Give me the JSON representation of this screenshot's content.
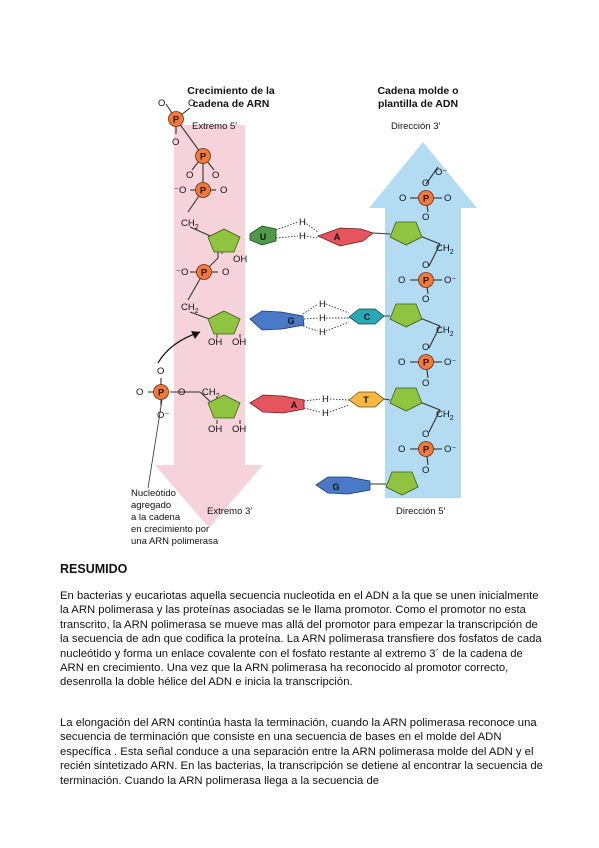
{
  "figure": {
    "left_title": [
      "Crecimiento de la",
      "cadena de ARN"
    ],
    "right_title": [
      "Cadena molde o",
      "plantilla de ADN"
    ],
    "left_top_end": "Extremo 5′",
    "right_top_dir": "Dirección 3′",
    "left_bottom_end": "Extremo 3′",
    "right_bottom_dir": "Dirección 5′",
    "nucleotide_note": [
      "Nucleótido",
      "agregado",
      "a la cadena",
      "en crecimiento por",
      "una ARN polimerasa"
    ],
    "atoms": {
      "phosphate": "P",
      "oxygen": "O",
      "oxygen_minus": "O⁻",
      "minus_o": "⁻O",
      "hydroxyl": "OH",
      "hydrogen": "H",
      "ch2": "CH",
      "ch2_sub": "2"
    },
    "bases": {
      "uracil": "U",
      "adenine": "A",
      "guanine": "G",
      "cytosine": "C",
      "thymine": "T"
    },
    "colors": {
      "pink_arrow": "#f6d3da",
      "blue_arrow": "#b3dcf3",
      "phosphate": "#ef7a3c",
      "sugar": "#8fc440",
      "uracil": "#4f9a4a",
      "adenine": "#e5555e",
      "guanine": "#4a79c8",
      "cytosine": "#2aa8b5",
      "thymine": "#f7b843"
    }
  },
  "text": {
    "heading": "RESUMIDO",
    "paragraph1": "En bacterias y eucariotas aquella secuencia nucleotida en el ADN a la que se unen inicialmente la ARN polimerasa y las proteínas asociadas se le llama promotor. Como el promotor no esta transcrito, la ARN polimerasa se mueve mas allá del promotor para empezar la transcripción de la secuencia de adn que codifica la proteína. La ARN polimerasa transfiere dos fosfatos de cada nucleótido y forma un enlace covalente con el fosfato restante al extremo 3´ de la cadena de ARN en crecimiento. Una vez que la ARN polimerasa ha reconocido al promotor correcto, desenrolla la doble hélice del ADN e inicia la transcripción.",
    "paragraph2": "La elongación del ARN continúa hasta la terminación, cuando la ARN polimerasa reconoce una secuencia de terminación que consiste en una secuencia de bases en el molde del ADN específica . Esta señal conduce a una separación entre la ARN polimerasa molde del ADN y el recién sintetizado ARN. En las bacterias, la transcripción se detiene al encontrar la secuencia de terminación. Cuando la ARN polimerasa llega a la secuencia de"
  }
}
